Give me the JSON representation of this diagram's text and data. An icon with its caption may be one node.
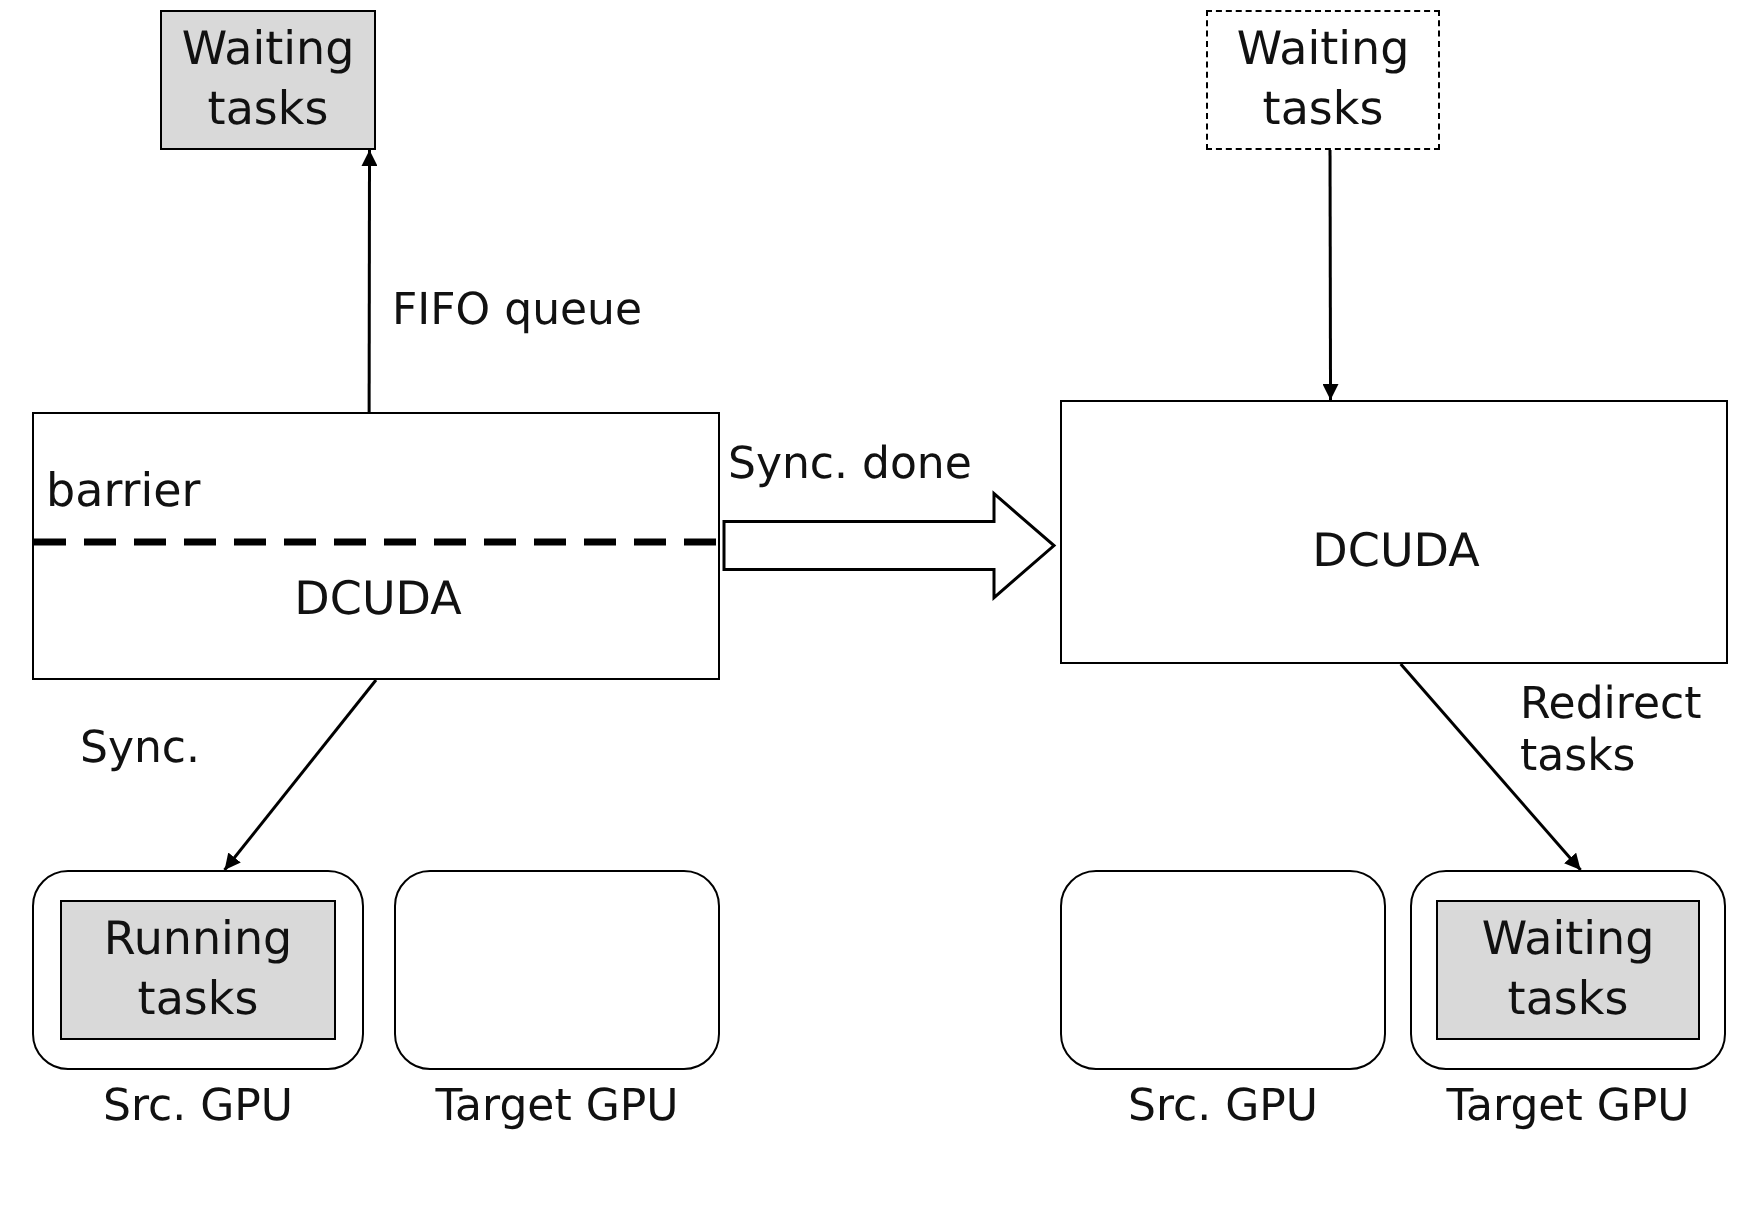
{
  "diagram": {
    "nodes": [
      {
        "text": [
          "Waiting tasks"
        ]
      },
      {
        "text": [
          "barrier",
          "DCUDA"
        ]
      },
      {
        "text": [
          "Waiting tasks"
        ]
      },
      {
        "text": [
          "DCUDA"
        ]
      },
      {
        "text": [],
        "shape": "box",
        "beside": [
          "Src. GPU"
        ]
      },
      {
        "text": [
          "Running tasks"
        ],
        "in": 4
      },
      {
        "text": [],
        "shape": "box",
        "beside": [
          "Target GPU"
        ]
      },
      {
        "text": [],
        "shape": "box",
        "beside": [
          "Src. GPU"
        ]
      },
      {
        "text": [],
        "shape": "box",
        "beside": [
          "Target GPU"
        ]
      },
      {
        "text": [
          "Waiting tasks"
        ],
        "in": 8
      }
    ],
    "edges": [
      {
        "from": 1,
        "to": 0,
        "arrow": "to",
        "label": "FIFO queue"
      },
      {
        "from": 1,
        "to": 3,
        "arrow": "to",
        "label": "Sync. done",
        "style": "thick"
      },
      {
        "from": 2,
        "to": 3,
        "arrow": "to"
      },
      {
        "from": 1,
        "to": 4,
        "arrow": "to",
        "label": "Sync."
      },
      {
        "from": 3,
        "to": 8,
        "arrow": "to",
        "label": "Redirect tasks"
      }
    ]
  }
}
